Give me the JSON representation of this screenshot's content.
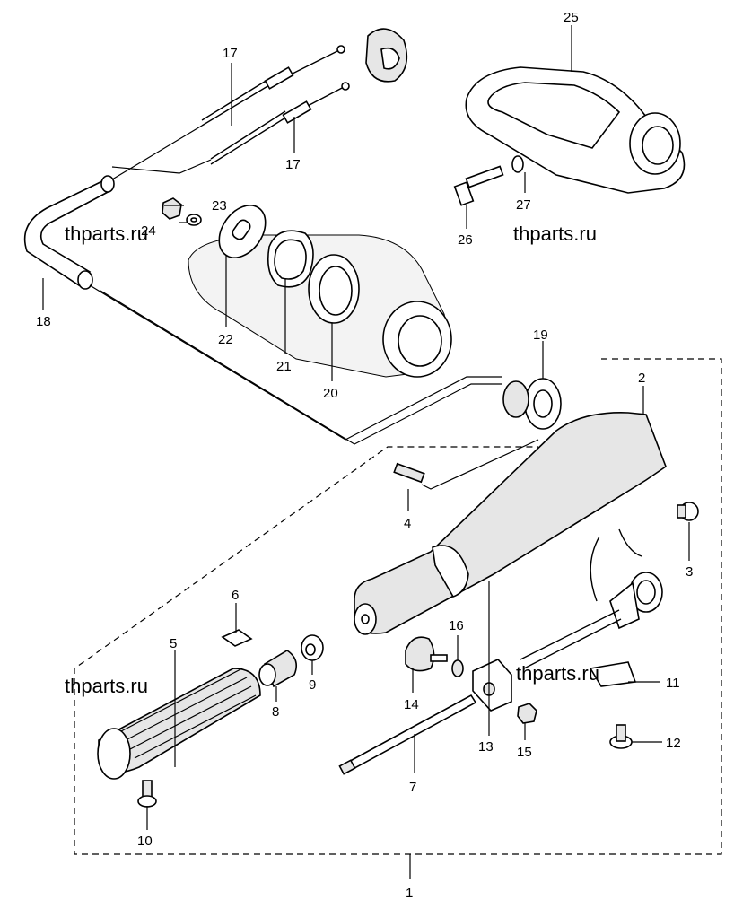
{
  "watermarks": [
    "thparts.ru",
    "thparts.ru",
    "thparts.ru",
    "thparts.ru"
  ],
  "callouts": {
    "c1": "1",
    "c2": "2",
    "c3": "3",
    "c4": "4",
    "c5": "5",
    "c6": "6",
    "c7": "7",
    "c8": "8",
    "c9": "9",
    "c10": "10",
    "c11": "11",
    "c12": "12",
    "c13": "13",
    "c14": "14",
    "c15": "15",
    "c16": "16",
    "c17a": "17",
    "c17b": "17",
    "c18": "18",
    "c19": "19",
    "c20": "20",
    "c21": "21",
    "c22": "22",
    "c23": "23",
    "c24": "24",
    "c25": "25",
    "c26": "26",
    "c27": "27"
  }
}
